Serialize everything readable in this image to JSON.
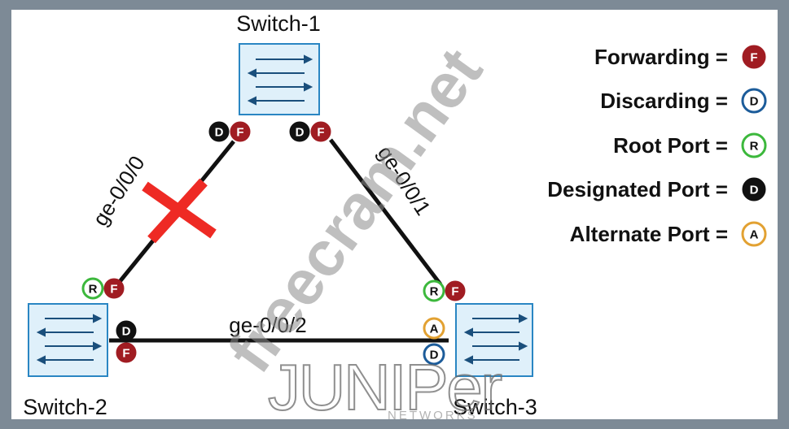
{
  "switches": [
    {
      "id": "s1",
      "label": "Switch-1"
    },
    {
      "id": "s2",
      "label": "Switch-2"
    },
    {
      "id": "s3",
      "label": "Switch-3"
    }
  ],
  "links": [
    {
      "id": "l0",
      "label": "ge-0/0/0",
      "blocked": true
    },
    {
      "id": "l1",
      "label": "ge-0/0/1",
      "blocked": false
    },
    {
      "id": "l2",
      "label": "ge-0/0/2",
      "blocked": false
    }
  ],
  "ports": [
    {
      "id": "s1-l0-role",
      "letter": "D",
      "kind": "designated"
    },
    {
      "id": "s1-l0-state",
      "letter": "F",
      "kind": "forwarding"
    },
    {
      "id": "s1-l1-role",
      "letter": "D",
      "kind": "designated"
    },
    {
      "id": "s1-l1-state",
      "letter": "F",
      "kind": "forwarding"
    },
    {
      "id": "s2-l0-role",
      "letter": "R",
      "kind": "root"
    },
    {
      "id": "s2-l0-state",
      "letter": "F",
      "kind": "forwarding"
    },
    {
      "id": "s2-l2-role",
      "letter": "D",
      "kind": "designated"
    },
    {
      "id": "s2-l2-state",
      "letter": "F",
      "kind": "forwarding"
    },
    {
      "id": "s3-l1-role",
      "letter": "R",
      "kind": "root"
    },
    {
      "id": "s3-l1-state",
      "letter": "F",
      "kind": "forwarding"
    },
    {
      "id": "s3-l2-role",
      "letter": "A",
      "kind": "alternate"
    },
    {
      "id": "s3-l2-state",
      "letter": "D",
      "kind": "discarding"
    }
  ],
  "legend": [
    {
      "label": "Forwarding =",
      "letter": "F",
      "kind": "forwarding"
    },
    {
      "label": "Discarding =",
      "letter": "D",
      "kind": "discarding"
    },
    {
      "label": "Root Port =",
      "letter": "R",
      "kind": "root"
    },
    {
      "label": "Designated Port =",
      "letter": "D",
      "kind": "designated"
    },
    {
      "label": "Alternate Port =",
      "letter": "A",
      "kind": "alternate"
    }
  ],
  "styles": {
    "forwarding": {
      "fill": "#a01c22",
      "stroke": "#a01c22",
      "text": "#ffffff"
    },
    "discarding": {
      "fill": "#ffffff",
      "stroke": "#1c5c9a",
      "text": "#111111"
    },
    "root": {
      "fill": "#ffffff",
      "stroke": "#3cb83c",
      "text": "#111111"
    },
    "designated": {
      "fill": "#111111",
      "stroke": "#111111",
      "text": "#ffffff"
    },
    "alternate": {
      "fill": "#ffffff",
      "stroke": "#e2a132",
      "text": "#111111"
    }
  },
  "colors": {
    "switch_fill": "#dff0fa",
    "switch_border": "#2a86c3",
    "blocked_mark": "#ee2a24",
    "link": "#111111"
  },
  "brand": {
    "name": "JUNIPer",
    "tagline": "NETWORKS"
  },
  "watermark": "freecram.net"
}
